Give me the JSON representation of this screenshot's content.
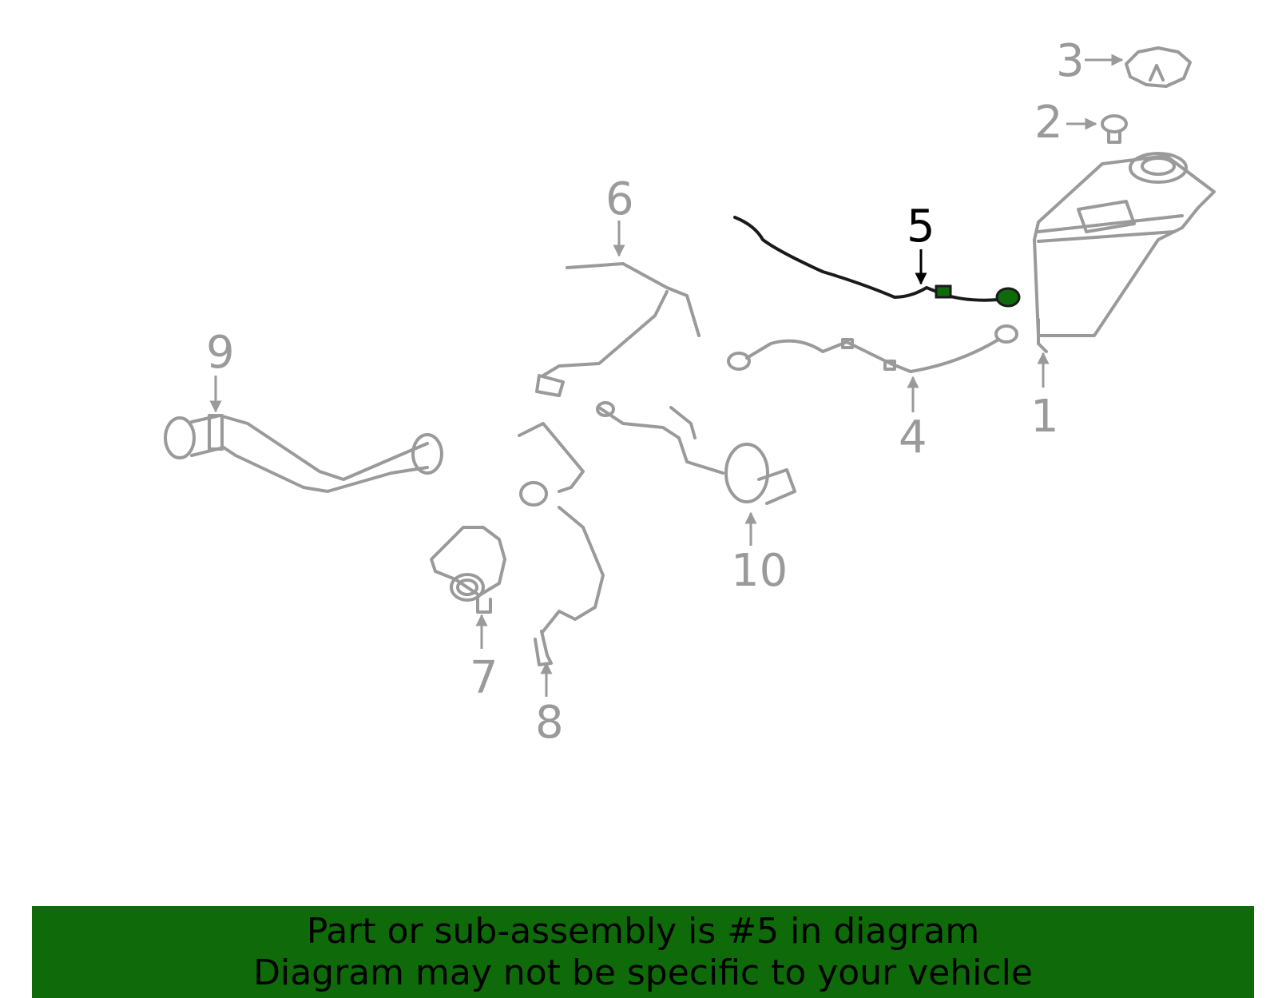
{
  "diagram": {
    "callouts": [
      {
        "id": "1",
        "label": "1",
        "highlighted": false
      },
      {
        "id": "2",
        "label": "2",
        "highlighted": false
      },
      {
        "id": "3",
        "label": "3",
        "highlighted": false
      },
      {
        "id": "4",
        "label": "4",
        "highlighted": false
      },
      {
        "id": "5",
        "label": "5",
        "highlighted": true
      },
      {
        "id": "6",
        "label": "6",
        "highlighted": false
      },
      {
        "id": "7",
        "label": "7",
        "highlighted": false
      },
      {
        "id": "8",
        "label": "8",
        "highlighted": false
      },
      {
        "id": "9",
        "label": "9",
        "highlighted": false
      },
      {
        "id": "10",
        "label": "10",
        "highlighted": false
      }
    ],
    "colors": {
      "part_outline": "#9a9a9a",
      "highlight_part": "#1a1a1a",
      "highlight_fill": "#0f6a0a",
      "banner_bg": "#0f6a0a"
    }
  },
  "banner": {
    "line1": "Part or sub-assembly is #5 in diagram",
    "line2": "Diagram may not be specific to your vehicle"
  }
}
